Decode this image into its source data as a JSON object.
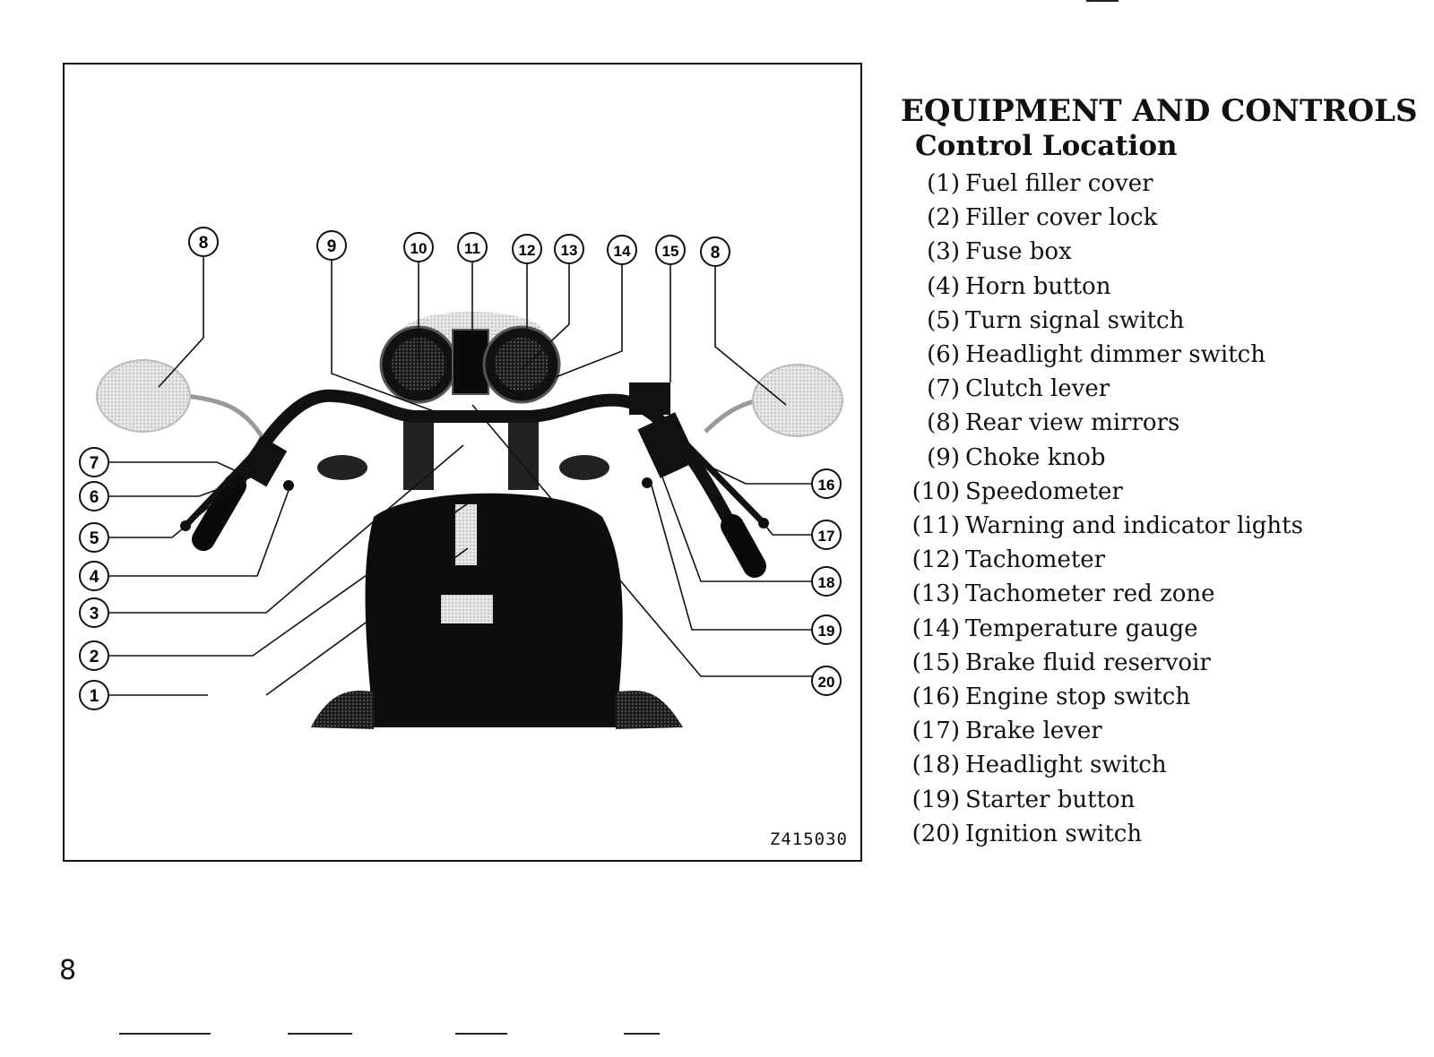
{
  "figure": {
    "code": "Z415030",
    "callouts": {
      "left": [
        "7",
        "6",
        "5",
        "4",
        "3",
        "2",
        "1"
      ],
      "top": [
        "8",
        "9",
        "10",
        "11",
        "12",
        "13",
        "14",
        "15",
        "8"
      ],
      "right": [
        "16",
        "17",
        "18",
        "19",
        "20"
      ]
    }
  },
  "heading": "EQUIPMENT AND CONTROLS",
  "subheading": "Control Location",
  "legend": [
    {
      "num": "(1)",
      "label": "Fuel filler cover"
    },
    {
      "num": "(2)",
      "label": "Filler cover lock"
    },
    {
      "num": "(3)",
      "label": "Fuse box"
    },
    {
      "num": "(4)",
      "label": "Horn button"
    },
    {
      "num": "(5)",
      "label": "Turn signal switch"
    },
    {
      "num": "(6)",
      "label": "Headlight dimmer switch"
    },
    {
      "num": "(7)",
      "label": "Clutch lever"
    },
    {
      "num": "(8)",
      "label": "Rear view mirrors"
    },
    {
      "num": "(9)",
      "label": "Choke knob"
    },
    {
      "num": "(10)",
      "label": "Speedometer"
    },
    {
      "num": "(11)",
      "label": "Warning and indicator lights"
    },
    {
      "num": "(12)",
      "label": "Tachometer"
    },
    {
      "num": "(13)",
      "label": "Tachometer red zone"
    },
    {
      "num": "(14)",
      "label": "Temperature gauge"
    },
    {
      "num": "(15)",
      "label": "Brake fluid reservoir"
    },
    {
      "num": "(16)",
      "label": "Engine stop switch"
    },
    {
      "num": "(17)",
      "label": "Brake lever"
    },
    {
      "num": "(18)",
      "label": "Headlight switch"
    },
    {
      "num": "(19)",
      "label": "Starter button"
    },
    {
      "num": "(20)",
      "label": "Ignition switch"
    }
  ],
  "page_number": "8"
}
